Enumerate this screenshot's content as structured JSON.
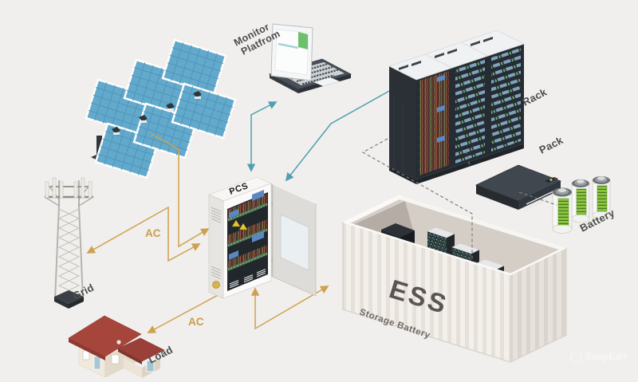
{
  "diagram": {
    "type": "isometric-energy-storage-architecture",
    "labels": {
      "monitor_line1": "Monitor",
      "monitor_line2": "Platfrom",
      "rack": "Rack",
      "pack": "Pack",
      "battery": "Battery",
      "pcs": "PCS",
      "ess": "ESS",
      "storage_battery": "Storage Battery",
      "grid": "Grid",
      "load": "Load",
      "ac_grid": "AC",
      "ac_load": "AC"
    },
    "components": [
      {
        "id": "solar-array",
        "label": ""
      },
      {
        "id": "monitor-platform",
        "label": "Monitor Platfrom"
      },
      {
        "id": "rack",
        "label": "Rack"
      },
      {
        "id": "pack",
        "label": "Pack"
      },
      {
        "id": "battery",
        "label": "Battery"
      },
      {
        "id": "pcs-cabinet",
        "label": "PCS"
      },
      {
        "id": "ess-container",
        "label": "ESS Storage Battery"
      },
      {
        "id": "grid-tower",
        "label": "Grid"
      },
      {
        "id": "load-house",
        "label": "Load"
      }
    ],
    "connections": [
      {
        "from": "Monitor Platfrom",
        "to": "PCS",
        "type": "signal",
        "style": "solid-teal",
        "bidirectional": true,
        "label": ""
      },
      {
        "from": "Rack",
        "to": "PCS",
        "type": "signal",
        "style": "solid-teal",
        "bidirectional": false,
        "label": ""
      },
      {
        "from": "Solar array",
        "to": "PCS",
        "type": "power",
        "style": "solid-gold",
        "bidirectional": false,
        "label": ""
      },
      {
        "from": "PCS",
        "to": "Grid",
        "type": "power",
        "style": "solid-gold",
        "bidirectional": true,
        "label": "AC"
      },
      {
        "from": "PCS",
        "to": "Load",
        "type": "power",
        "style": "solid-gold",
        "bidirectional": false,
        "label": "AC"
      },
      {
        "from": "PCS",
        "to": "ESS Storage Battery",
        "type": "power",
        "style": "solid-gold",
        "bidirectional": true,
        "label": ""
      },
      {
        "from": "Rack",
        "to": "ESS Storage Battery",
        "type": "composition",
        "style": "dashed-gray",
        "bidirectional": false,
        "label": ""
      },
      {
        "from": "Rack",
        "to": "Pack",
        "type": "composition",
        "style": "dashed-gray",
        "bidirectional": false,
        "label": ""
      },
      {
        "from": "Pack",
        "to": "Battery",
        "type": "composition",
        "style": "dashed-gray",
        "bidirectional": false,
        "label": ""
      }
    ],
    "colors": {
      "background": "#f0efed",
      "signal_arrow": "#4f9fb0",
      "power_arrow": "#cfa14f",
      "dashed_link": "#7e7e7e",
      "label_text": "#4d4d4d",
      "solar_panel": "#62a9cc",
      "rack_body": "#2b3138",
      "container_body": "#f3f0ec",
      "roof_red": "#a6453c",
      "battery_green": "#8cc63f"
    },
    "watermark": "SnapEdit"
  }
}
